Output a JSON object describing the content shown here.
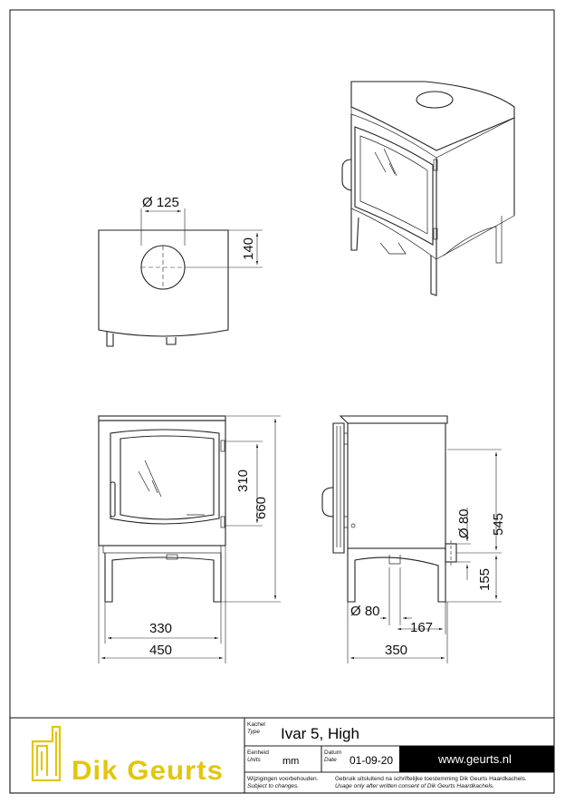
{
  "drawing": {
    "top_view": {
      "flue_diameter": "Ø 125",
      "flue_offset": "140"
    },
    "front_view": {
      "glass_height": "310",
      "total_height": "660",
      "leg_span": "330",
      "total_width": "450"
    },
    "side_view": {
      "rear_flue_diameter": "Ø 80",
      "rear_flue_height": "545",
      "air_inlet_height": "155",
      "air_inlet_diameter": "Ø 80",
      "air_inlet_depth": "167",
      "total_depth": "350"
    }
  },
  "title_block": {
    "brand": "Dik Geurts",
    "type_label": "Kachel",
    "type_label_en": "Type",
    "type_value": "Ivar 5, High",
    "units_label": "Eenheid",
    "units_label_en": "Units",
    "units_value": "mm",
    "date_label": "Datum",
    "date_label_en": "Date",
    "date_value": "01-09-20",
    "website": "www.geurts.nl",
    "note_nl": "Wijzigingen voorbehouden.",
    "note_en": "Subject to changes.",
    "usage_nl": "Gebruik uitsluitend na schriftelijke toestemming Dik Geurts Haardkachels.",
    "usage_en": "Usage only after written consent of Dik Geurts Haardkachels."
  }
}
